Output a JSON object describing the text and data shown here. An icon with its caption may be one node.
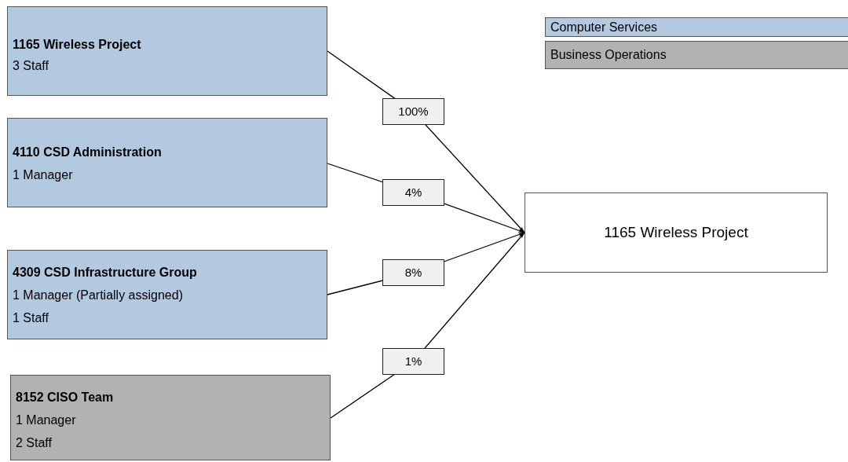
{
  "diagram": {
    "nodes": [
      {
        "text": [
          "1165 Wireless Project",
          "3 Staff"
        ]
      },
      {
        "text": [
          "4110 CSD Administration",
          "1 Manager"
        ]
      },
      {
        "text": [
          "4309 CSD Infrastructure Group",
          "1 Manager (Partially assigned)",
          "1 Staff"
        ]
      },
      {
        "text": [
          "8152 CISO Team",
          "1 Manager",
          "2 Staff"
        ]
      },
      {
        "text": [
          "1165 Wireless Project"
        ]
      }
    ],
    "edges": [
      {
        "from": 0,
        "to": 4,
        "arrow": "to",
        "label": "100%"
      },
      {
        "from": 1,
        "to": 4,
        "arrow": "to",
        "label": "4%"
      },
      {
        "from": 2,
        "to": 4,
        "arrow": "to",
        "label": "8%"
      },
      {
        "from": 3,
        "to": 4,
        "arrow": "to",
        "label": "1%"
      }
    ],
    "legend": [
      {
        "text": "Computer Services",
        "color": "#b3c9df"
      },
      {
        "text": "Business Operations",
        "color": "#b2b2b2"
      }
    ]
  }
}
